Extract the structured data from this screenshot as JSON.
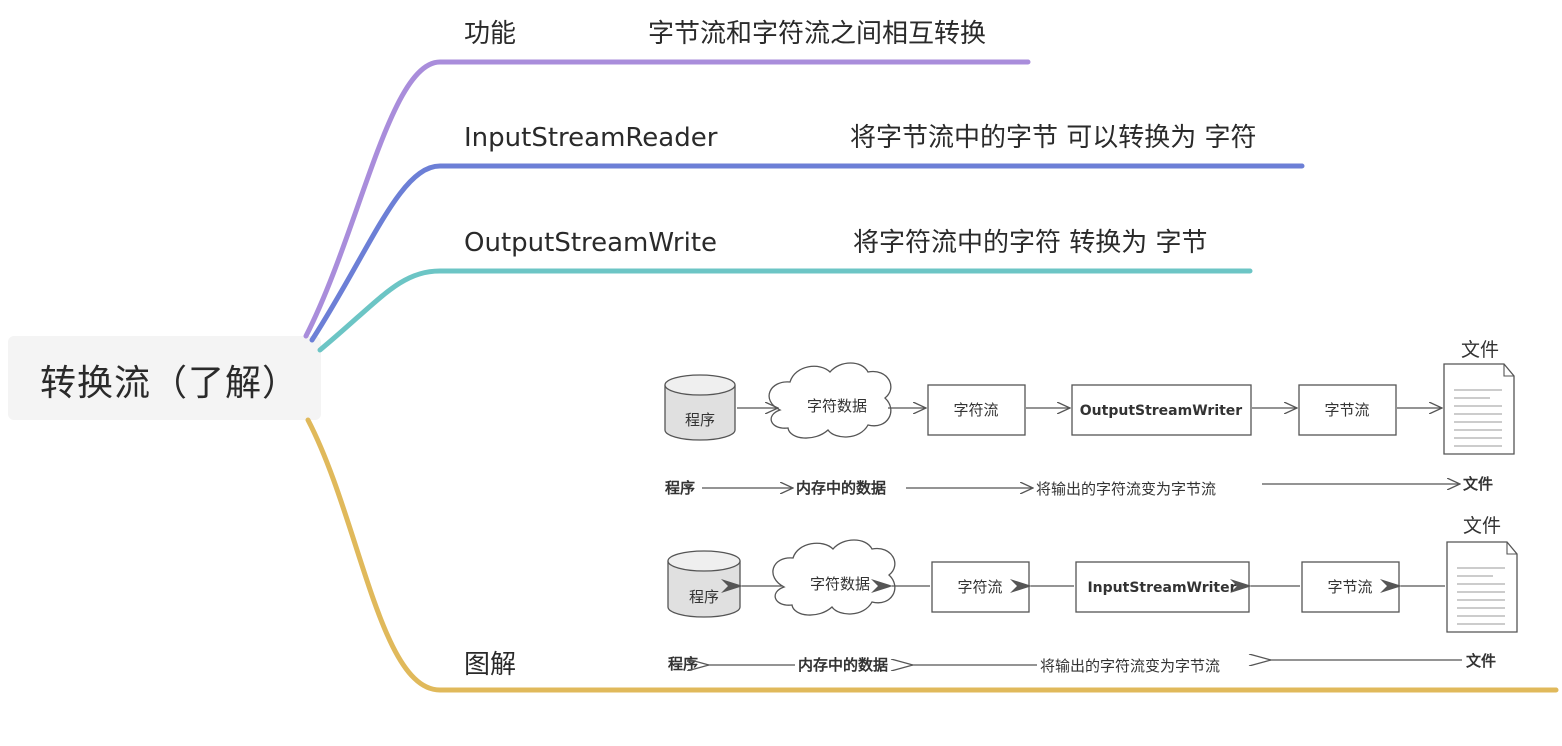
{
  "root": {
    "label": "转换流（了解）"
  },
  "branches": [
    {
      "key": "功能",
      "value": "字节流和字符流之间相互转换",
      "color": "#a98ddb"
    },
    {
      "key": "InputStreamReader",
      "value": "将字节流中的字节 可以转换为 字符",
      "color": "#6c7fd6"
    },
    {
      "key": "OutputStreamWrite",
      "value": "将字符流中的字符 转换为 字节",
      "color": "#6cc5c5"
    },
    {
      "key": "图解",
      "color": "#e0b95b"
    }
  ],
  "diagram": {
    "file_label": "文件",
    "row1": {
      "program": "程序",
      "cloud": "字符数据",
      "box1": "字符流",
      "box2": "OutputStreamWriter",
      "box3": "字节流"
    },
    "flow1": [
      "程序",
      "内存中的数据",
      "将输出的字符流变为字节流",
      "文件"
    ],
    "row2": {
      "program": "程序",
      "cloud": "字符数据",
      "box1": "字符流",
      "box2": "InputStreamWriter",
      "box3": "字节流"
    },
    "flow2": [
      "程序",
      "内存中的数据",
      "将输出的字符流变为字节流",
      "文件"
    ]
  }
}
